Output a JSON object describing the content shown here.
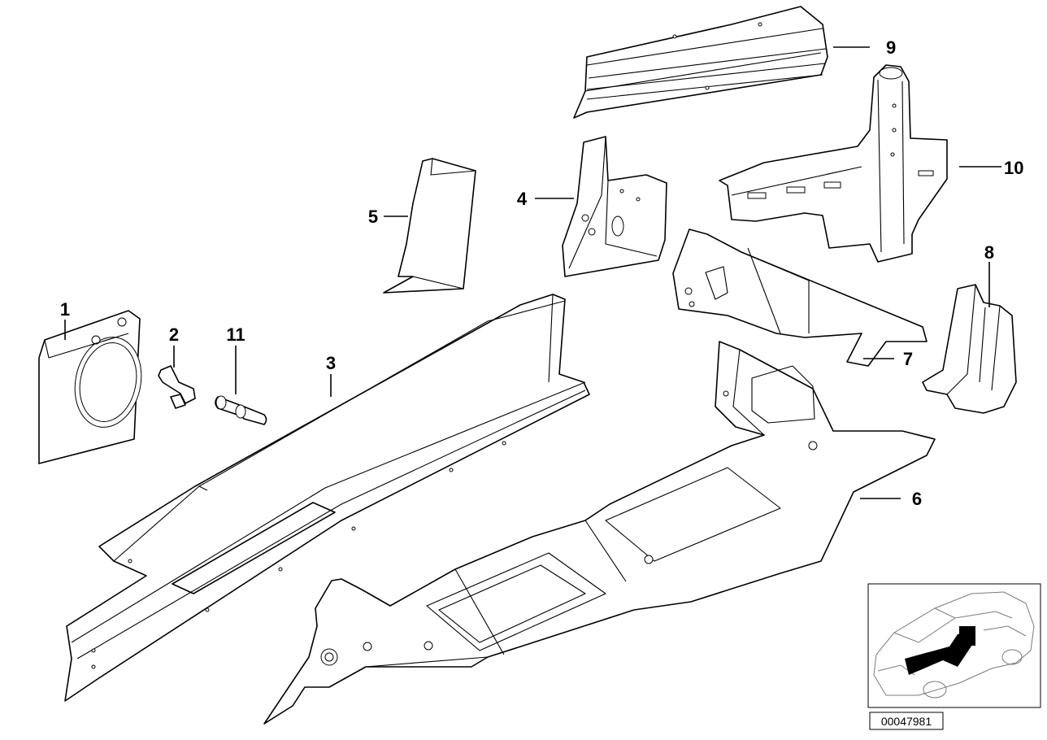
{
  "diagram": {
    "part_numbers": [
      "1",
      "2",
      "3",
      "4",
      "5",
      "6",
      "7",
      "8",
      "9",
      "10",
      "11"
    ],
    "diagram_id": "00047981",
    "thumbnail_icon": "car-location-thumbnail-icon"
  }
}
